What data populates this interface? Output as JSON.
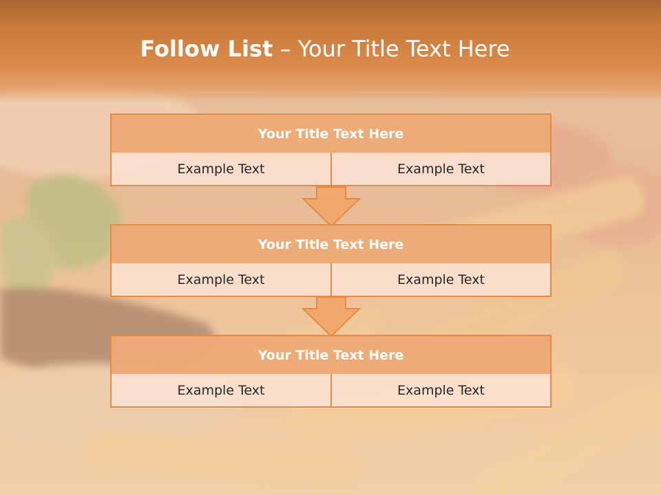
{
  "slide": {
    "title_bold": "Follow List",
    "title_rest": " – Your Title Text Here",
    "blocks": [
      {
        "title": "Your Title Text Here",
        "left": "Example Text",
        "right": "Example Text"
      },
      {
        "title": "Your Title Text Here",
        "left": "Example Text",
        "right": "Example Text"
      },
      {
        "title": "Your Title Text Here",
        "left": "Example Text",
        "right": "Example Text"
      }
    ]
  },
  "colors": {
    "title_band": "#c97a3b",
    "box_border": "#e58a45",
    "box_title_fill": "#ecaa76",
    "box_cell_fill": "#fae0d0",
    "arrow_fill": "#f0a86c"
  },
  "background_image": "burger-and-fries-photo"
}
